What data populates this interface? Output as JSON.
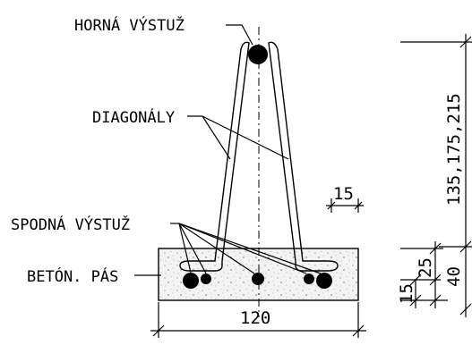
{
  "labels": {
    "top_reinforcement": "HORNÁ VÝSTUŽ",
    "diagonals": "DIAGONÁLY",
    "bottom_reinforcement": "SPODNÁ VÝSTUŽ",
    "concrete_strip": "BETÓN. PÁS"
  },
  "dimensions": {
    "width": "120",
    "bar_offset": "15",
    "height": "135,175,215",
    "strip_top": "25",
    "strip_total": "40",
    "strip_bottom": "15"
  }
}
